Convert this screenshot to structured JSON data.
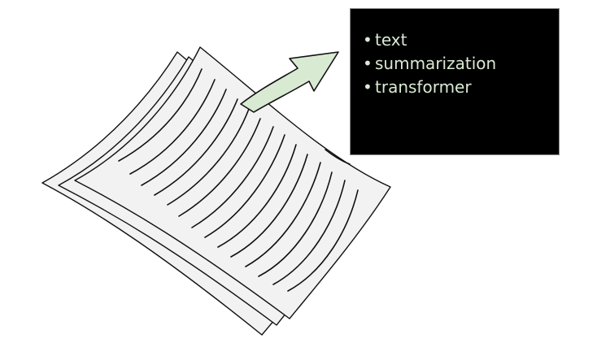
{
  "summary_box": {
    "items": [
      "text",
      "summarization",
      "transformer"
    ]
  },
  "colors": {
    "page_background": "#ffffff",
    "paper_fill": "#f2f2f2",
    "paper_outline": "#111111",
    "arrow_fill": "#d9ead3",
    "box_background": "#000000",
    "box_text": "#d9ead3"
  },
  "icons": {
    "documents": "stacked-paper-pages-icon",
    "arrow": "curved-arrow-icon"
  }
}
